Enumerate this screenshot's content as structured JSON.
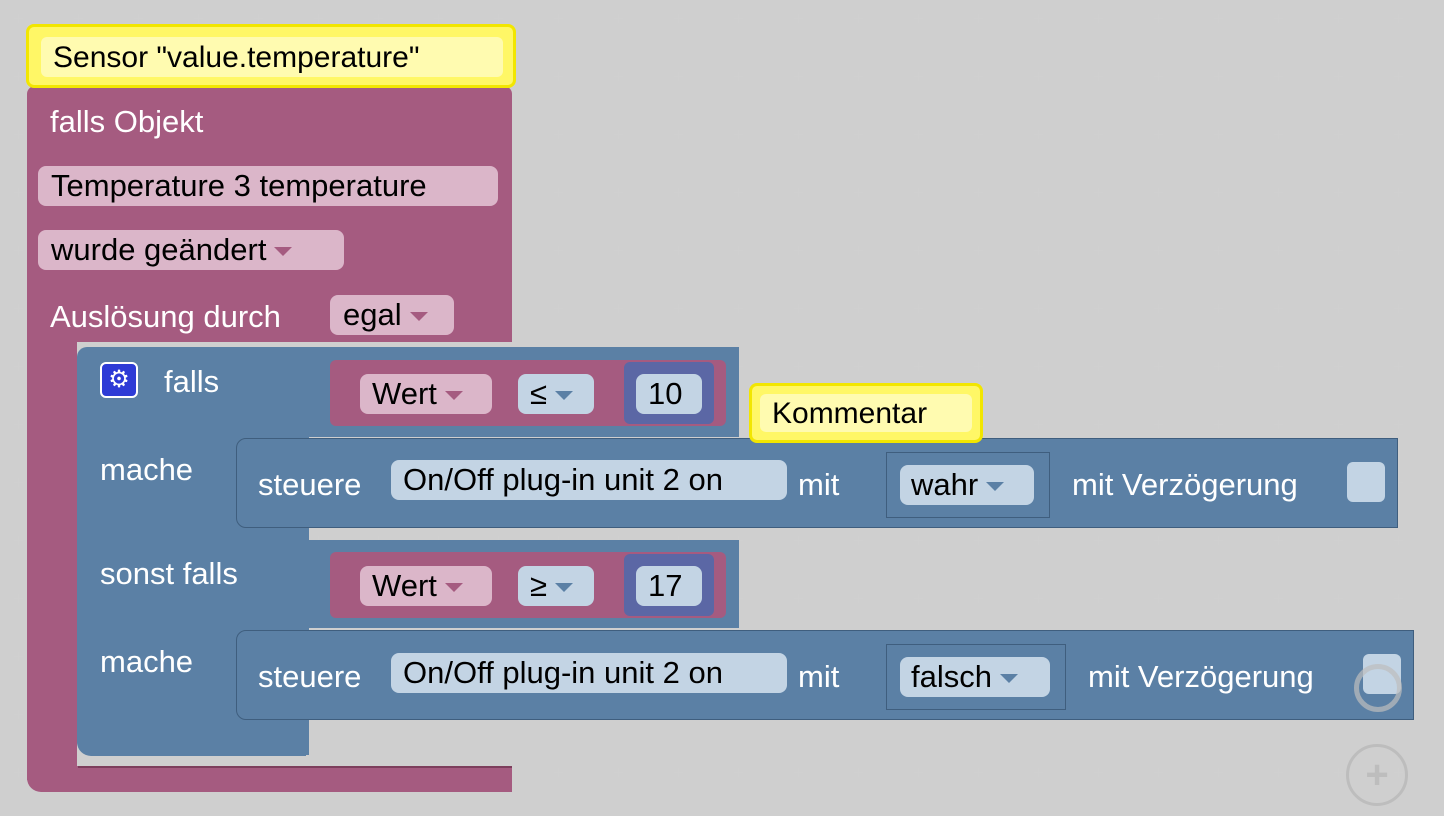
{
  "event_block": {
    "comment": "Sensor \"value.temperature\"",
    "falls_objekt": "falls Objekt",
    "object_name": "Temperature 3 temperature",
    "change_mode": "wurde geändert",
    "trigger_label": "Auslösung durch",
    "trigger_value": "egal"
  },
  "if_block": {
    "falls_label": "falls",
    "mache1": "mache",
    "sonst_falls": "sonst falls",
    "mache2": "mache",
    "cond1": {
      "var": "Wert",
      "op": "≤",
      "value": "10"
    },
    "cond2": {
      "var": "Wert",
      "op": "≥",
      "value": "17"
    }
  },
  "control1": {
    "comment": "Kommentar",
    "steuere": "steuere",
    "device": "On/Off plug-in unit 2 on",
    "mit": "mit",
    "value": "wahr",
    "delay_label": "mit Verzögerung"
  },
  "control2": {
    "steuere": "steuere",
    "device": "On/Off plug-in unit 2 on",
    "mit": "mit",
    "value": "falsch",
    "delay_label": "mit Verzögerung"
  },
  "zoom": {
    "plus_symbol": "+"
  },
  "colors": {
    "event": "#a55b80",
    "control": "#5b80a5",
    "comment": "#fff766",
    "number": "#5b67a5"
  }
}
